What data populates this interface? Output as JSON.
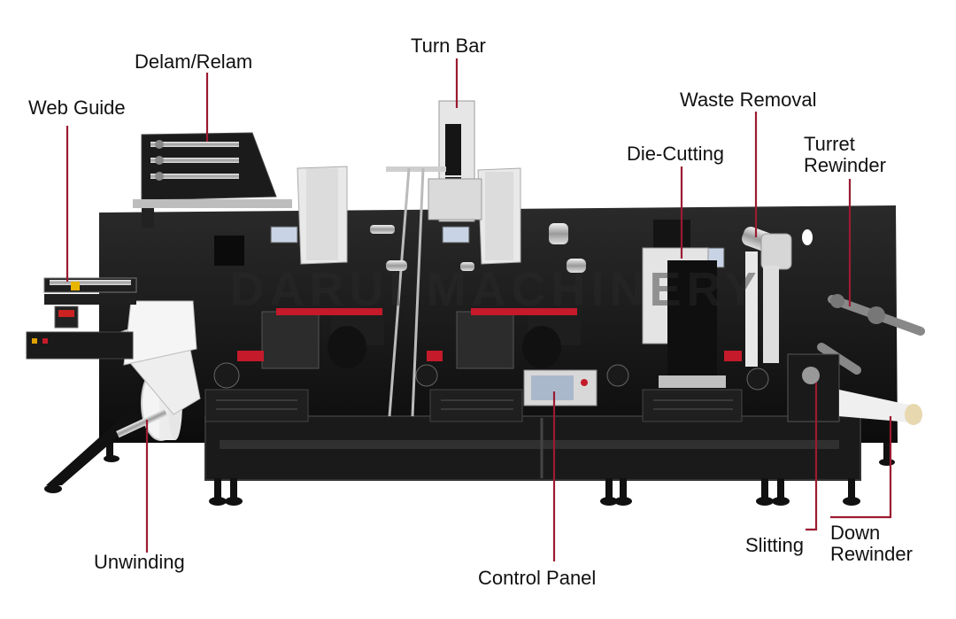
{
  "labels": {
    "web_guide": "Web Guide",
    "delam_relam": "Delam/Relam",
    "turn_bar": "Turn Bar",
    "waste_removal": "Waste Removal",
    "die_cutting": "Die-Cutting",
    "turret_rewinder": [
      "Turret",
      "Rewinder"
    ],
    "unwinding": "Unwinding",
    "control_panel": "Control Panel",
    "slitting": "Slitting",
    "down_rewinder": [
      "Down",
      "Rewinder"
    ]
  },
  "watermark": "DARUI MACHINERY",
  "colors": {
    "leader_line": "#9b1b30",
    "machine_body": "#141414",
    "machine_frame": "#222222",
    "roller_silver": "#c8c8c8",
    "accent_red": "#c41a2a",
    "paper_white": "#f2f2f2"
  }
}
